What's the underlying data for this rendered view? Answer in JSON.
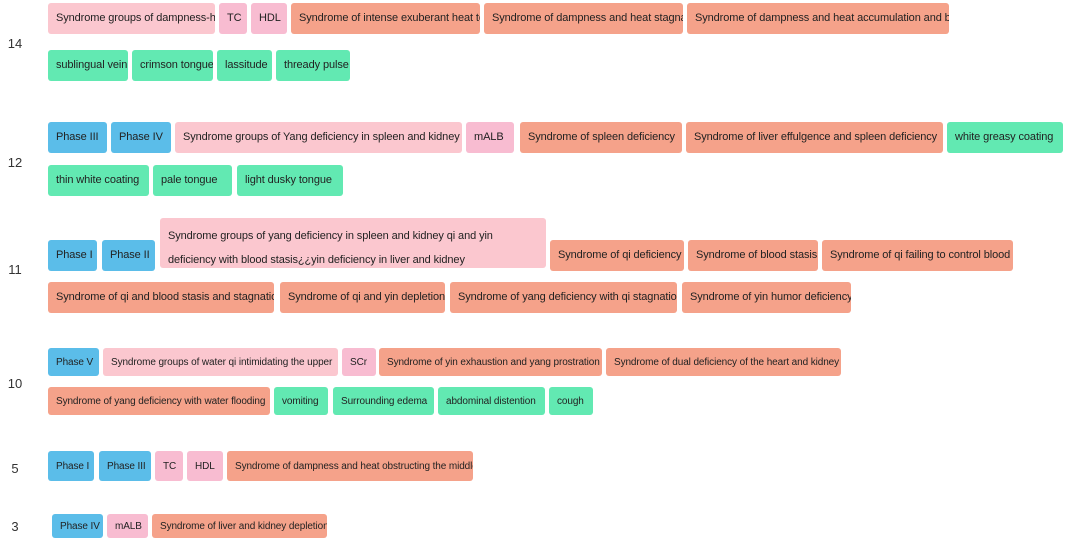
{
  "colors": {
    "phase": "#5bbde9",
    "lab_index": "#f8bcd1",
    "syndrome_group": "#fbc7cf",
    "syndrome": "#f5a28a",
    "sign": "#62e9b2"
  },
  "groups": [
    {
      "label": "14",
      "rows": [
        [
          "Syndrome groups of dampness-heat",
          "TC",
          "HDL",
          "Syndrome of intense exuberant heat toxin",
          "Syndrome of dampness and heat stagnation",
          "Syndrome of dampness and heat accumulation and binding"
        ],
        [
          "sublingual vein",
          "crimson tongue",
          "lassitude",
          "thready pulse"
        ]
      ]
    },
    {
      "label": "12",
      "rows": [
        [
          "Phase III",
          "Phase IV",
          "Syndrome groups of Yang deficiency in spleen and kidney",
          "mALB",
          "Syndrome of spleen deficiency",
          "Syndrome of liver effulgence and spleen deficiency",
          "white greasy coating"
        ],
        [
          "thin white coating",
          "pale tongue",
          "light dusky tongue"
        ]
      ]
    },
    {
      "label": "11",
      "rows": [
        [
          "Phase I",
          "Phase II",
          "Syndrome groups of yang deficiency in spleen and kidney qi and yin deficiency with blood stasis¿¿yin deficiency in liver and kidney",
          "Syndrome of qi deficiency",
          "Syndrome of blood stasis",
          "Syndrome of qi failing to control blood"
        ],
        [
          "Syndrome of qi and blood stasis and stagnation",
          "Syndrome of qi and yin depletion",
          "Syndrome of yang deficiency with qi stagnation",
          "Syndrome of yin humor deficiency"
        ]
      ]
    },
    {
      "label": "10",
      "rows": [
        [
          "Phase V",
          "Syndrome groups of water qi intimidating the upper",
          "SCr",
          "Syndrome of yin exhaustion and yang prostration",
          "Syndrome of dual deficiency of the heart and kidney"
        ],
        [
          "Syndrome of yang deficiency with water flooding",
          "vomiting",
          "Surrounding edema",
          "abdominal distention",
          "cough"
        ]
      ]
    },
    {
      "label": "5",
      "rows": [
        [
          "Phase I",
          "Phase III",
          "TC",
          "HDL",
          "Syndrome of dampness and heat obstructing the middle"
        ]
      ]
    },
    {
      "label": "3",
      "rows": [
        [
          "Phase IV",
          "mALB",
          "Syndrome of liver and kidney depletion"
        ]
      ]
    }
  ]
}
